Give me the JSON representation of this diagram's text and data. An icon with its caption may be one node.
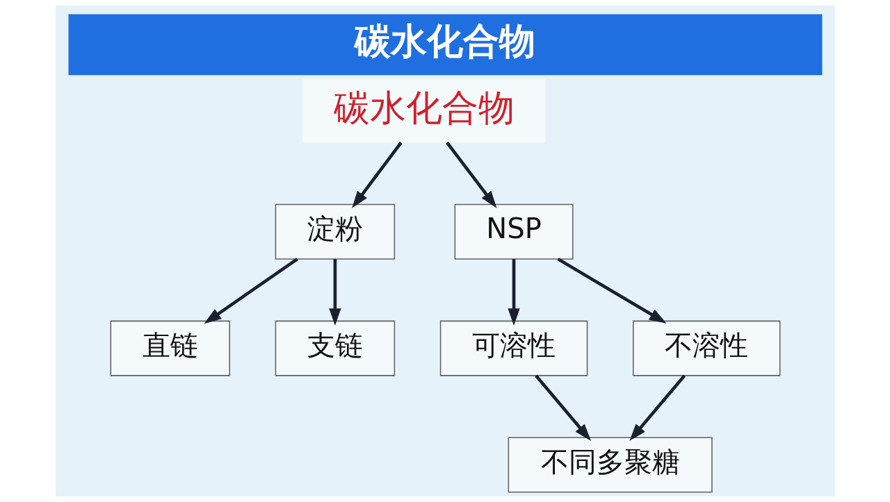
{
  "diagram": {
    "title": "碳水化合物",
    "nodes": [
      {
        "text": [
          "碳水化合物"
        ]
      },
      {
        "text": [
          "淀粉"
        ]
      },
      {
        "text": [
          "NSP"
        ]
      },
      {
        "text": [
          "直链"
        ]
      },
      {
        "text": [
          "支链"
        ]
      },
      {
        "text": [
          "可溶性"
        ]
      },
      {
        "text": [
          "不溶性"
        ]
      },
      {
        "text": [
          "不同多聚糖"
        ]
      }
    ],
    "edges": [
      {
        "from": 0,
        "to": 1,
        "arrow": "to"
      },
      {
        "from": 0,
        "to": 2,
        "arrow": "to"
      },
      {
        "from": 1,
        "to": 3,
        "arrow": "to"
      },
      {
        "from": 1,
        "to": 4,
        "arrow": "to"
      },
      {
        "from": 2,
        "to": 5,
        "arrow": "to"
      },
      {
        "from": 2,
        "to": 6,
        "arrow": "to"
      },
      {
        "from": 5,
        "to": 7,
        "arrow": "to"
      },
      {
        "from": 6,
        "to": 7,
        "arrow": "to"
      }
    ]
  }
}
